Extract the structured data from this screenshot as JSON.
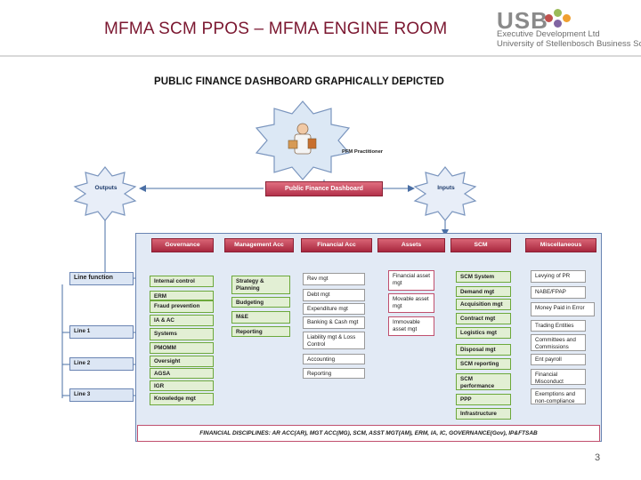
{
  "header": {
    "title": "MFMA SCM PPOS – MFMA ENGINE ROOM",
    "logo_text": "USB",
    "logo_line1": "Executive Development Ltd",
    "logo_line2": "University of Stellenbosch Business School"
  },
  "diagram": {
    "title": "PUBLIC FINANCE DASHBOARD GRAPHICALLY DEPICTED",
    "practitioner_label": "PFM Practitioner",
    "dashboard_label": "Public Finance Dashboard",
    "outputs_label": "Outputs",
    "inputs_label": "Inputs",
    "line_function": "Line function",
    "lines": [
      "Line 1",
      "Line 2",
      "Line 3"
    ],
    "headers": [
      "Governance",
      "Management Acc",
      "Financial Acc",
      "Assets",
      "SCM",
      "Miscellaneous"
    ],
    "governance": [
      "Internal control",
      "ERM",
      "Fraud prevention",
      "IA & AC",
      "Systems",
      "PMOMM",
      "Oversight",
      "AGSA",
      "IGR",
      "Knowledge mgt"
    ],
    "management": [
      "Strategy & Planning",
      "Budgeting",
      "M&E",
      "Reporting"
    ],
    "financial": [
      "Rev mgt",
      "Debt mgt",
      "Expenditure mgt",
      "Banking & Cash mgt",
      "Liability mgt & Loss Control",
      "Accounting",
      "Reporting"
    ],
    "assets": [
      "Financial asset mgt",
      "Movable asset mgt",
      "Immovable asset mgt"
    ],
    "scm": [
      "SCM System",
      "Demand mgt",
      "Acquisition mgt",
      "Contract mgt",
      "Logistics mgt",
      "Disposal mgt",
      "SCM reporting",
      "SCM performance assessment",
      "PPP",
      "Infrastructure"
    ],
    "misc": [
      "Levying of PR",
      "NABE/FPAP",
      "Money Paid in Error",
      "Trading Entities",
      "Committees and Commissions",
      "Ent payroll",
      "Financial Misconduct",
      "Exemptions and non-compliance"
    ],
    "footer": "FINANCIAL DISCIPLINES: AR ACC(AR), MGT ACC(MG), SCM, ASST MGT(AM), ERM, IA, IC, GOVERNANCE(Gov), IP&FTSAB"
  },
  "page_number": "3",
  "colors": {
    "title": "#7b1730",
    "header_red": "#b8304a",
    "panel_blue": "#e2eaf5",
    "green": "#6ca83b"
  }
}
